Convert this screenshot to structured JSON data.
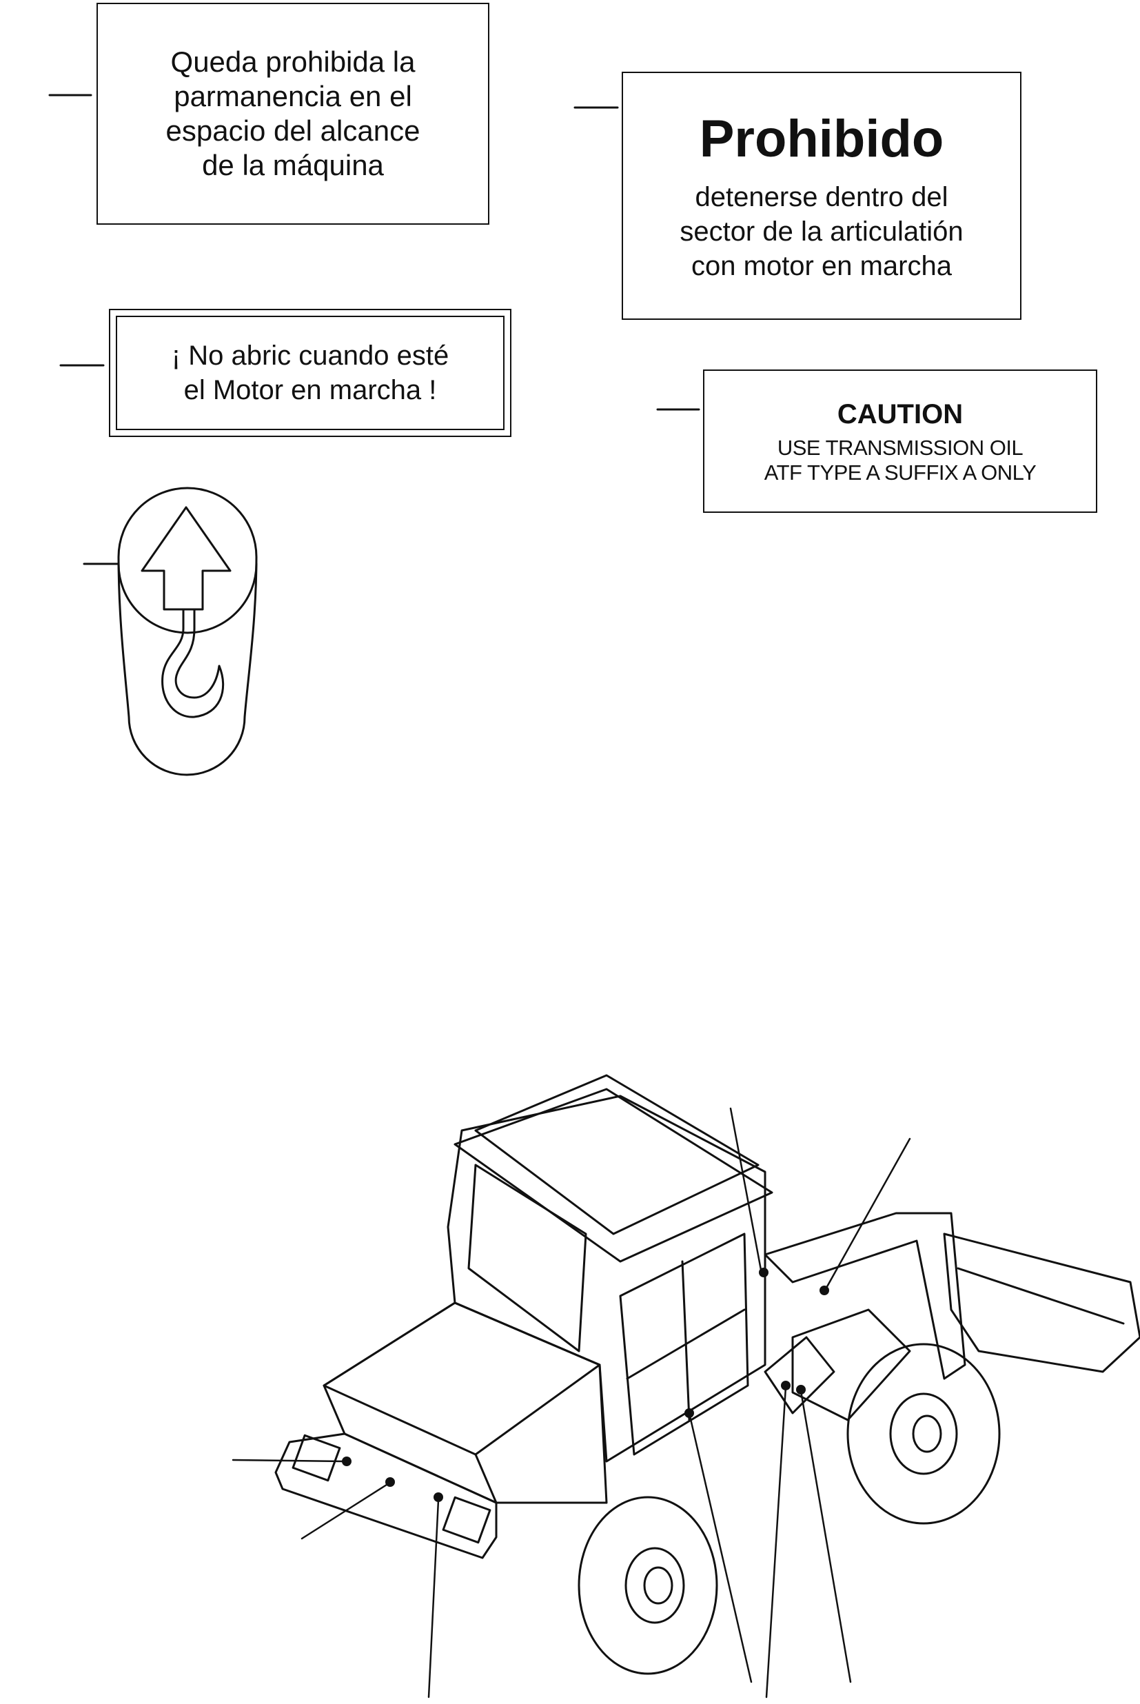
{
  "labels": {
    "prohibited_area": [
      "Queda prohibida la",
      "parmanencia en el",
      "espacio del alcance",
      "de la máquina"
    ],
    "prohibited_articulation": {
      "heading": "Prohibido",
      "lines": [
        "detenerse dentro del",
        "sector de la articulatión",
        "con motor en marcha"
      ]
    },
    "do_not_open": [
      "¡ No abric cuando esté",
      "el Motor en marcha !"
    ],
    "caution": {
      "heading": "CAUTION",
      "lines": [
        "USE TRANSMISSION OIL",
        "ATF TYPE A SUFFIX A ONLY"
      ]
    }
  },
  "symbols": {
    "lifting_point": "hook-with-up-arrow-icon"
  },
  "colors": {
    "line": "#111111",
    "background": "#ffffff"
  }
}
